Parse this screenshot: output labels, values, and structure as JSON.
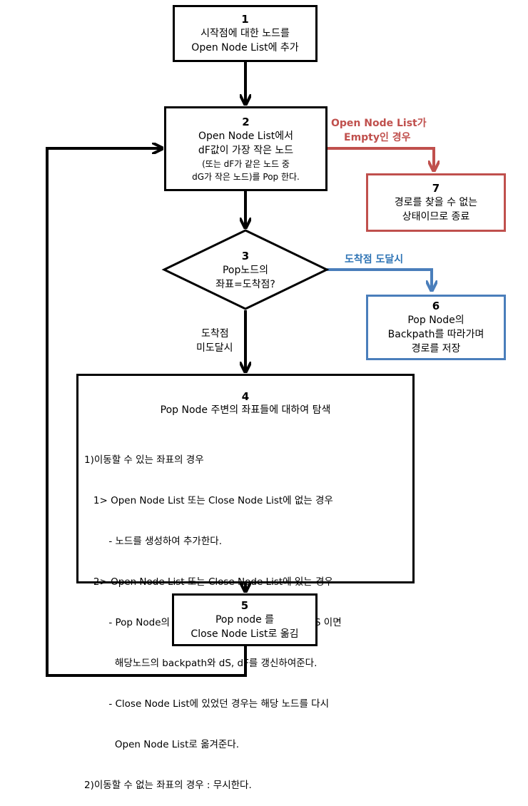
{
  "step1": {
    "num": "1",
    "line1": "시작점에 대한 노드를",
    "line2": "Open Node List에 추가"
  },
  "step2": {
    "num": "2",
    "line1": "Open Node List에서",
    "line2": "dF값이 가장 작은 노드",
    "line3": "(또는 dF가 같은 노드 중",
    "line4": "dG가 작은 노드)를 Pop 한다."
  },
  "step3": {
    "num": "3",
    "line1": "Pop노드의",
    "line2": "좌표=도착점?"
  },
  "step4": {
    "num": "4",
    "title": "Pop Node 주변의 좌표들에 대하여 탐색",
    "lines": [
      "1)이동할 수 있는 좌표의 경우",
      "   1> Open Node List 또는 Close Node List에 없는 경우",
      "        - 노드를 생성하여 추가한다.",
      "   2> Open Node List 또는 Close Node List에 있는 경우",
      "        - Pop Node의 dS +추가되는 dS < 해당노드의 dS 이면",
      "          해당노드의 backpath와 dS, dF를 갱신하여준다.",
      "        - Close Node List에 있었던 경우는 해당 노드를 다시",
      "          Open Node List로 옮겨준다.",
      "2)이동할 수 없는 좌표의 경우 : 무시한다."
    ]
  },
  "step5": {
    "num": "5",
    "line1": "Pop node 를",
    "line2": "Close Node List로 옮김"
  },
  "step6": {
    "num": "6",
    "line1": "Pop Node의",
    "line2": "Backpath를 따라가며",
    "line3": "경로를 저장"
  },
  "step7": {
    "num": "7",
    "line1": "경로를 찾을 수 없는",
    "line2": "상태이므로 종료"
  },
  "labels": {
    "empty_line1": "Open Node List가",
    "empty_line2": "Empty인 경우",
    "arrived": "도착점 도달시",
    "not_arrived_line1": "도착점",
    "not_arrived_line2": "미도달시"
  },
  "colors": {
    "red": "#c0504d",
    "blue": "#4a7ebb",
    "black": "#000000"
  }
}
